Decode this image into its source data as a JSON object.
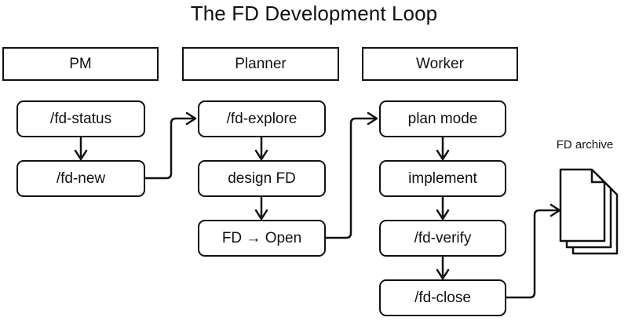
{
  "title": "The FD Development Loop",
  "colors": {
    "background": "#ffffff",
    "stroke": "#111111",
    "text": "#111111",
    "box_fill": "#ffffff"
  },
  "lanes": [
    {
      "id": "pm",
      "header": "PM",
      "nodes": [
        {
          "id": "fd-status",
          "label": "/fd-status"
        },
        {
          "id": "fd-new",
          "label": "/fd-new"
        }
      ]
    },
    {
      "id": "planner",
      "header": "Planner",
      "nodes": [
        {
          "id": "fd-explore",
          "label": "/fd-explore"
        },
        {
          "id": "design-fd",
          "label": "design FD"
        },
        {
          "id": "fd-open",
          "label": "FD → Open"
        }
      ]
    },
    {
      "id": "worker",
      "header": "Worker",
      "nodes": [
        {
          "id": "plan-mode",
          "label": "plan mode"
        },
        {
          "id": "implement",
          "label": "implement"
        },
        {
          "id": "fd-verify",
          "label": "/fd-verify"
        },
        {
          "id": "fd-close",
          "label": "/fd-close"
        }
      ]
    }
  ],
  "archive": {
    "label": "FD archive",
    "icon": "document-stack-icon",
    "pages": 3
  },
  "connectors": [
    {
      "id": "status-to-new",
      "from": "fd-status",
      "to": "fd-new",
      "kind": "vertical-arrow"
    },
    {
      "id": "new-to-explore",
      "from": "fd-new",
      "to": "fd-explore",
      "kind": "elbow-arrow"
    },
    {
      "id": "explore-to-design",
      "from": "fd-explore",
      "to": "design-fd",
      "kind": "vertical-arrow"
    },
    {
      "id": "design-to-open",
      "from": "design-fd",
      "to": "fd-open",
      "kind": "vertical-arrow"
    },
    {
      "id": "open-to-plan",
      "from": "fd-open",
      "to": "plan-mode",
      "kind": "elbow-arrow"
    },
    {
      "id": "plan-to-implement",
      "from": "plan-mode",
      "to": "implement",
      "kind": "vertical-arrow"
    },
    {
      "id": "implement-to-verify",
      "from": "implement",
      "to": "fd-verify",
      "kind": "vertical-arrow"
    },
    {
      "id": "verify-to-close",
      "from": "fd-verify",
      "to": "fd-close",
      "kind": "vertical-arrow"
    },
    {
      "id": "close-to-archive",
      "from": "fd-close",
      "to": "archive",
      "kind": "elbow-arrow"
    }
  ]
}
